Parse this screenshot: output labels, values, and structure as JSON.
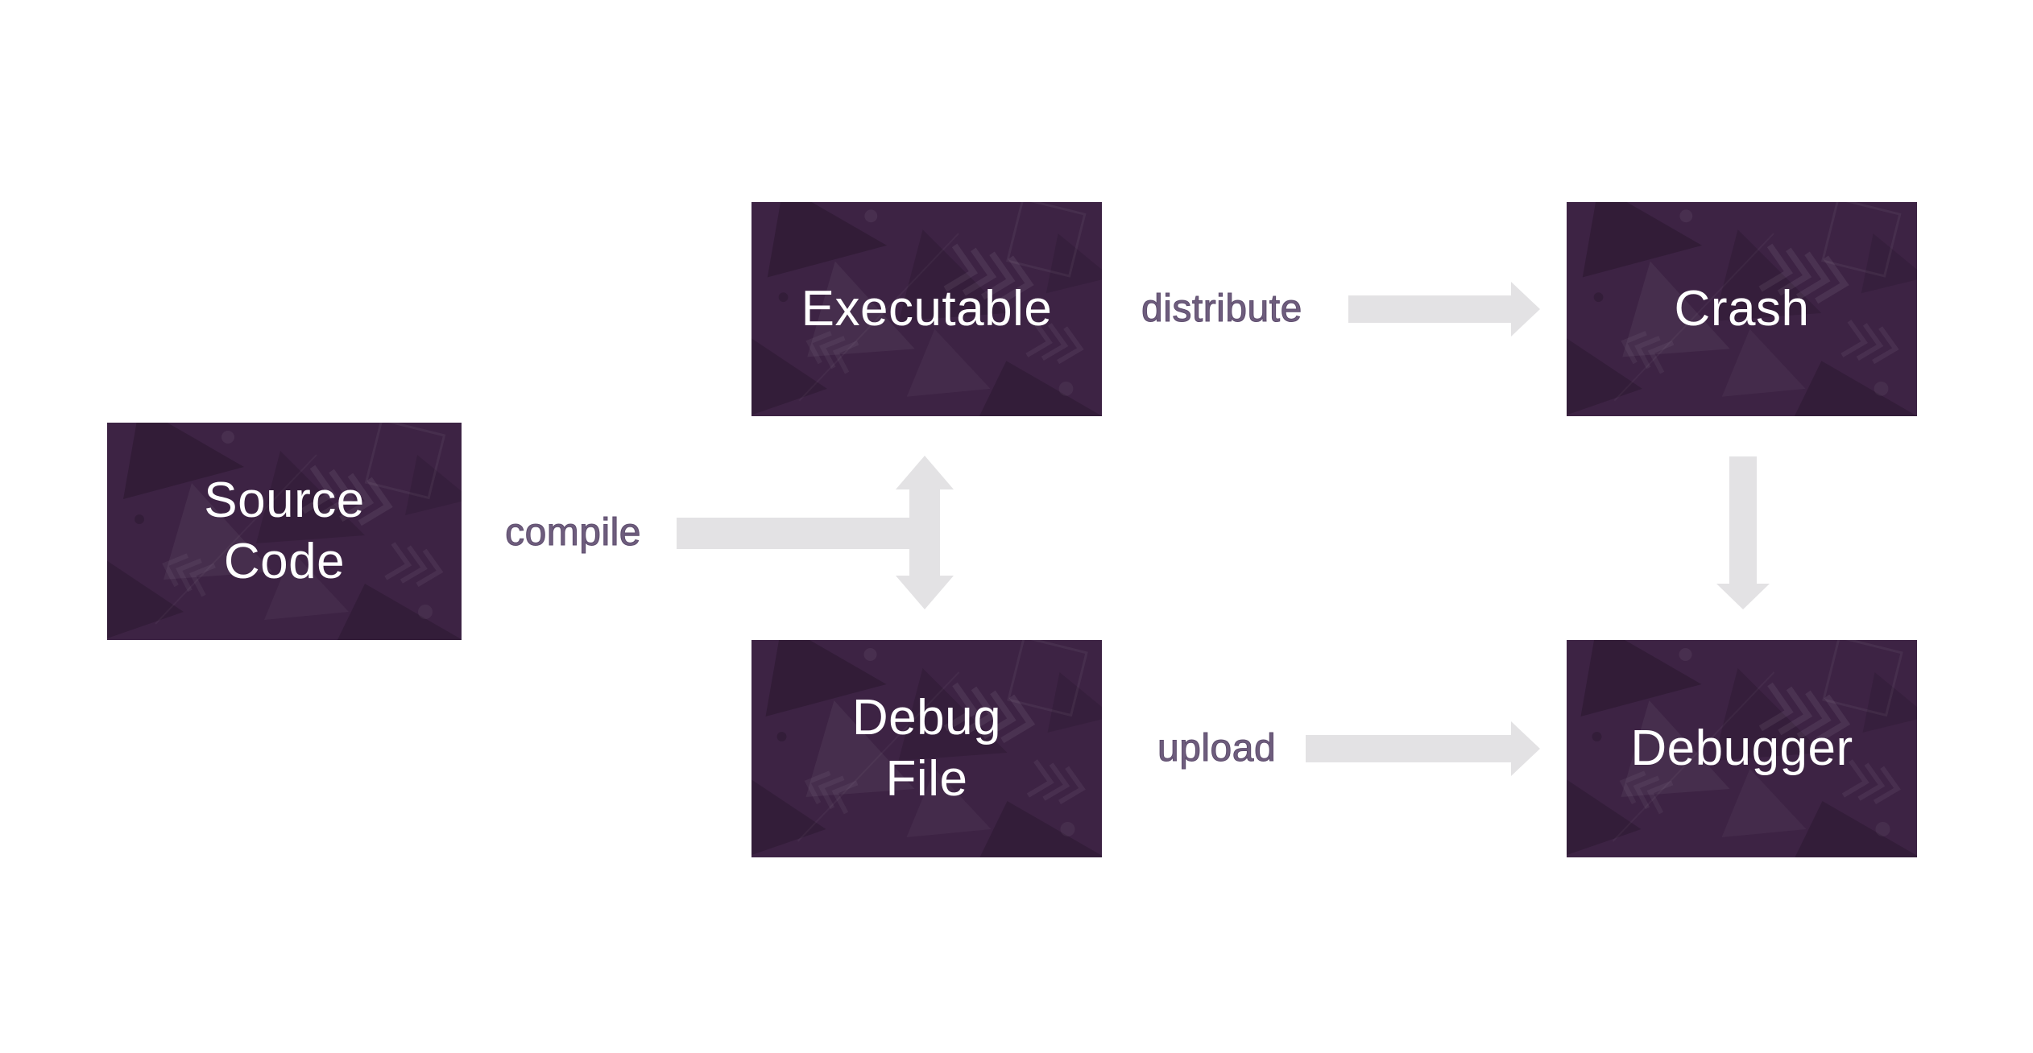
{
  "diagram": {
    "description": "Crash debugging workflow flowchart",
    "nodes": [
      {
        "id": "source-code",
        "lines": [
          "Source",
          "Code"
        ]
      },
      {
        "id": "executable",
        "lines": [
          "Executable"
        ]
      },
      {
        "id": "crash",
        "lines": [
          "Crash"
        ]
      },
      {
        "id": "debug-file",
        "lines": [
          "Debug",
          "File"
        ]
      },
      {
        "id": "debugger",
        "lines": [
          "Debugger"
        ]
      }
    ],
    "edges": [
      {
        "id": "compile",
        "label": "compile",
        "from": "source-code",
        "to": "executable, debug-file",
        "shape": "right-then-split-up-down-double-arrow"
      },
      {
        "id": "distribute",
        "label": "distribute",
        "from": "executable",
        "to": "crash",
        "shape": "right-arrow"
      },
      {
        "id": "upload",
        "label": "upload",
        "from": "debug-file",
        "to": "debugger",
        "shape": "right-arrow"
      },
      {
        "id": "crash-to-debugger",
        "label": "",
        "from": "crash",
        "to": "debugger",
        "shape": "down-arrow"
      }
    ],
    "colors": {
      "node_fill": "#3D2344",
      "node_text": "#FFFFFF",
      "arrow_fill": "#E3E2E4",
      "edge_label_text": "#6E5D7D",
      "canvas_background": "#FFFFFF"
    }
  }
}
